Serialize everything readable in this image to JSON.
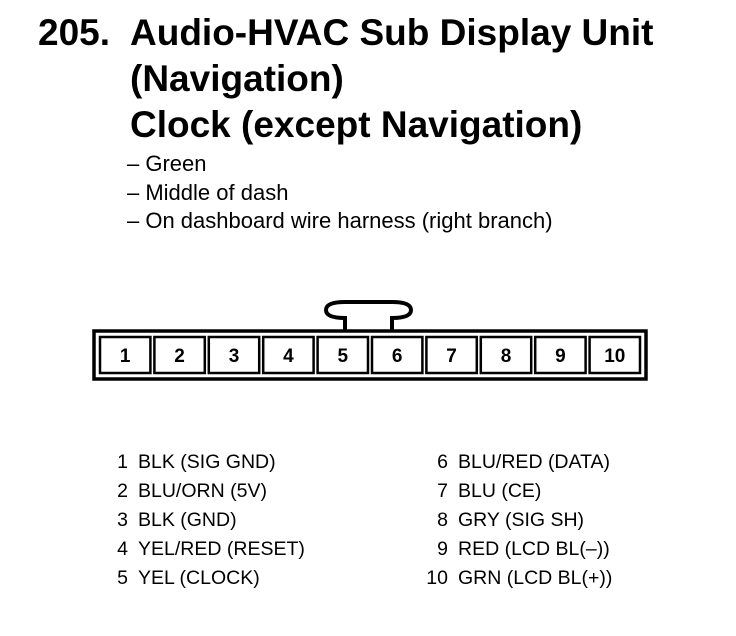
{
  "title": {
    "number": "205.",
    "lines": [
      "Audio-HVAC Sub Display Unit",
      "(Navigation)",
      "Clock (except Navigation)"
    ]
  },
  "notes": [
    "– Green",
    "– Middle of dash",
    "– On dashboard wire harness (right branch)"
  ],
  "connector": {
    "pins": [
      "1",
      "2",
      "3",
      "4",
      "5",
      "6",
      "7",
      "8",
      "9",
      "10"
    ]
  },
  "pinout": {
    "left": [
      {
        "num": "1",
        "desc": "BLK  (SIG GND)"
      },
      {
        "num": "2",
        "desc": "BLU/ORN (5V)"
      },
      {
        "num": "3",
        "desc": "BLK (GND)"
      },
      {
        "num": "4",
        "desc": "YEL/RED (RESET)"
      },
      {
        "num": "5",
        "desc": "YEL (CLOCK)"
      }
    ],
    "right": [
      {
        "num": "6",
        "desc": "BLU/RED (DATA)"
      },
      {
        "num": "7",
        "desc": "BLU (CE)"
      },
      {
        "num": "8",
        "desc": "GRY  (SIG SH)"
      },
      {
        "num": "9",
        "desc": "RED (LCD BL(–))"
      },
      {
        "num": "10",
        "desc": "GRN (LCD BL(+))"
      }
    ]
  }
}
